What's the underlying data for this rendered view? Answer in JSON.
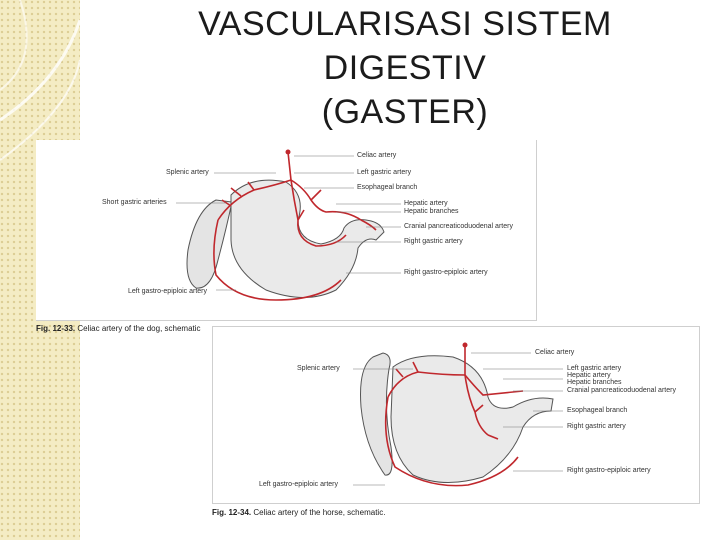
{
  "title": {
    "line1": "VASCULARISASI SISTEM",
    "line2": "DIGESTIV",
    "line3": "(GASTER)"
  },
  "figure1": {
    "caption_number": "Fig. 12-33.",
    "caption_text": "Celiac artery of the dog, schematic",
    "labels": {
      "celiac": "Celiac artery",
      "left_gastric": "Left gastric artery",
      "esophageal": "Esophageal branch",
      "splenic": "Splenic artery",
      "short_gastric": "Short gastric arteries",
      "hepatic": "Hepatic artery",
      "hepatic_branches": "Hepatic branches",
      "cranial_pd": "Cranial pancreaticoduodenal artery",
      "right_gastric": "Right gastric artery",
      "right_ge": "Right gastro-epiploic artery",
      "left_ge": "Left gastro-epiploic artery"
    }
  },
  "figure2": {
    "caption_number": "Fig. 12-34.",
    "caption_text": "Celiac artery of the horse, schematic.",
    "labels": {
      "celiac": "Celiac artery",
      "splenic": "Splenic artery",
      "left_gastric": "Left gastric artery",
      "hepatic": "Hepatic artery",
      "hepatic_branches": "Hepatic branches",
      "cranial_pd": "Cranial pancreaticoduodenal artery",
      "esophageal": "Esophageal branch",
      "right_gastric": "Right gastric artery",
      "right_ge": "Right gastro-epiploic artery",
      "left_ge": "Left gastro-epiploic artery"
    }
  },
  "colors": {
    "artery": "#c0282d",
    "sidebar": "#f4ecc4",
    "organ_outline": "#555555"
  }
}
